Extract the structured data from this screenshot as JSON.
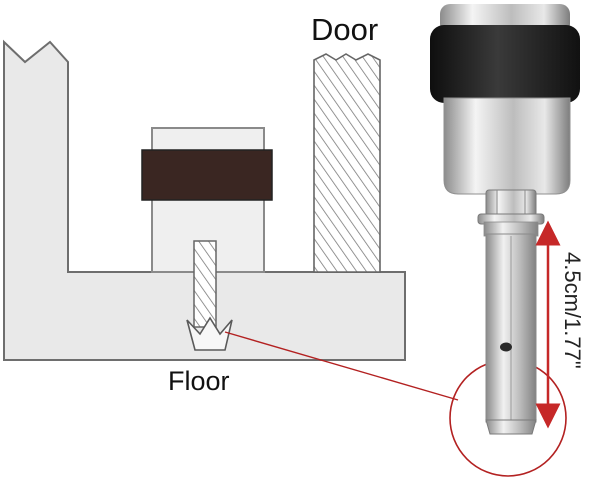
{
  "labels": {
    "door": "Door",
    "floor": "Floor",
    "dimension": "4.5cm/1.77\""
  },
  "colors": {
    "background": "#ffffff",
    "wall_fill": "#e9e9e9",
    "wall_stroke": "#6e6e6e",
    "stopper_band": "#3a2622",
    "callout_line": "#b32121",
    "dimension_arrow": "#c62828",
    "steel_dark": "#7a7a7a",
    "steel_light": "#eeeeee",
    "rubber_ring": "#1b1b1b"
  },
  "icons": {
    "diagram": "door-stopper-installation-diagram",
    "product": "door-stopper-photo",
    "anchor": "expansion-anchor-icon"
  }
}
